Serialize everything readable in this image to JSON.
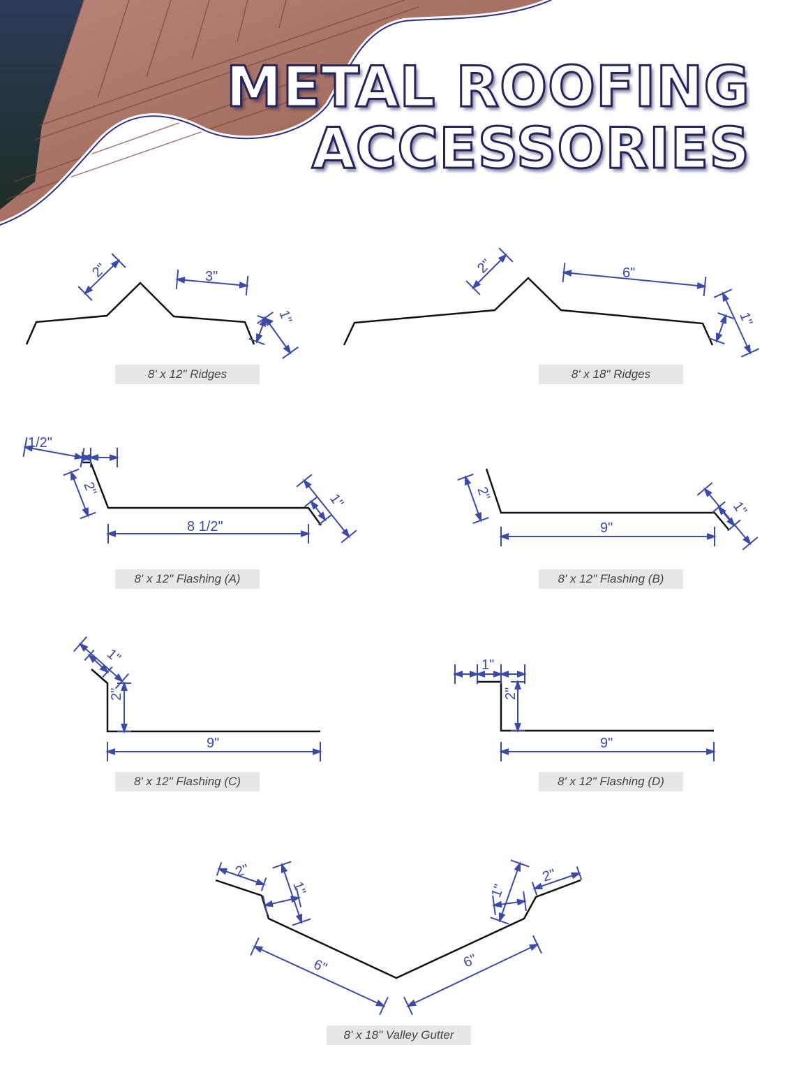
{
  "header": {
    "title_line1": "METAL ROOFING",
    "title_line2": "ACCESSORIES"
  },
  "colors": {
    "profile": "#111111",
    "dimension": "#3b4aa8",
    "caption_bg": "#e6e7e7",
    "accent_curve": "#2f2f8a"
  },
  "items": [
    {
      "caption": "8' x 12\" Ridges",
      "dims": [
        "2\"",
        "3\"",
        "1\""
      ]
    },
    {
      "caption": "8' x 18\" Ridges",
      "dims": [
        "2\"",
        "6\"",
        "1\""
      ]
    },
    {
      "caption": "8' x 12\" Flashing (A)",
      "dims": [
        "1/2\"",
        "2\"",
        "8 1/2\"",
        "1\""
      ]
    },
    {
      "caption": "8' x 12\" Flashing (B)",
      "dims": [
        "2\"",
        "9\"",
        "1\""
      ]
    },
    {
      "caption": "8' x 12\" Flashing (C)",
      "dims": [
        "1\"",
        "2\"",
        "9\""
      ]
    },
    {
      "caption": "8' x 12\" Flashing (D)",
      "dims": [
        "1\"",
        "2\"",
        "9\""
      ]
    },
    {
      "caption": "8' x 18\" Valley Gutter",
      "dims": [
        "2\"",
        "1\"",
        "6\"",
        "6\"",
        "1\"",
        "2\""
      ]
    }
  ]
}
